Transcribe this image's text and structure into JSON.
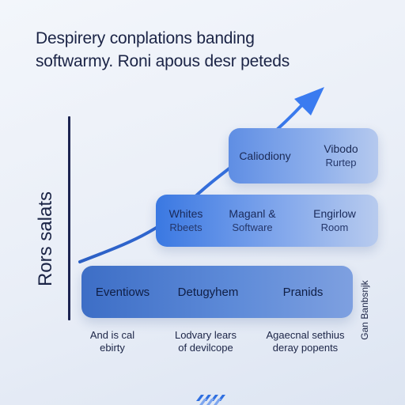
{
  "title": {
    "line1": "Despirery conplations banding",
    "line2": "softwarmy. Roni apous desr peteds"
  },
  "axis_label": "Rors salats",
  "side_label": "Gan Banbsnjk",
  "tiers": {
    "top": {
      "left": {
        "line1": "Caliodiony"
      },
      "right": {
        "line1": "Vibodo",
        "line2": "Rurtep"
      }
    },
    "middle": {
      "left": {
        "line1": "Whites",
        "line2": "Rbeets"
      },
      "center": {
        "line1": "Maganl &",
        "line2": "Software"
      },
      "right": {
        "line1": "Engirlow",
        "line2": "Room"
      }
    },
    "bottom": {
      "left": {
        "line1": "Eventiows"
      },
      "center": {
        "line1": "Detugyhem"
      },
      "right": {
        "line1": "Pranids"
      }
    }
  },
  "below": {
    "left": {
      "line1": "And is cal",
      "line2": "ebirty"
    },
    "center": {
      "line1": "Lodvary lears",
      "line2": "of devilcope"
    },
    "right": {
      "line1": "Agaecnal sethius",
      "line2": "deray popents"
    }
  },
  "colors": {
    "accent": "#2f6fe0",
    "axis": "#1c2451",
    "text": "#1b2446"
  },
  "icons": {
    "arrow": "arrow-up-right",
    "logo": "stripes-logo"
  }
}
